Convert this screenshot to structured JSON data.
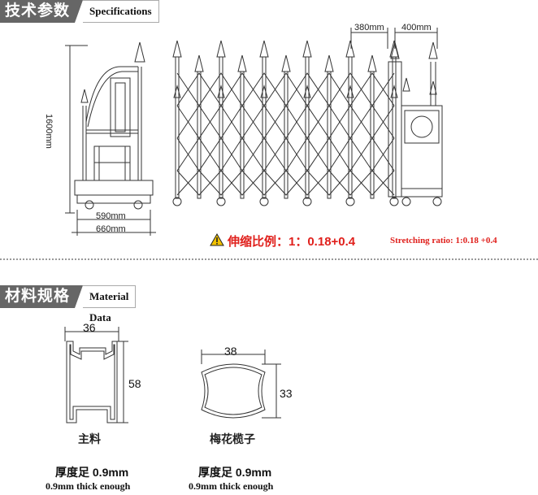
{
  "specs_section": {
    "title_cn": "技术参数",
    "title_en": "Specifications"
  },
  "gate_drawing": {
    "height_label": "1600mm",
    "base_inner_label": "590mm",
    "base_outer_label": "660mm",
    "spacing_label": "380mm",
    "head_width_label": "400mm"
  },
  "stretch_ratio": {
    "warning_icon": "warning-triangle-icon",
    "label_cn": "伸缩比例：1：0.18+0.4",
    "label_en": "Stretching ratio: 1:0.18 +0.4",
    "color": "#e0201c"
  },
  "material_section": {
    "title_cn": "材料规格",
    "title_en": "Material Data"
  },
  "profiles": [
    {
      "width": "36",
      "height": "58",
      "name_cn": "主料",
      "thickness_cn": "厚度足 0.9mm",
      "thickness_en": "0.9mm thick enough"
    },
    {
      "width": "38",
      "height": "33",
      "name_cn": "梅花榄子",
      "thickness_cn": "厚度足 0.9mm",
      "thickness_en": "0.9mm thick enough"
    }
  ]
}
